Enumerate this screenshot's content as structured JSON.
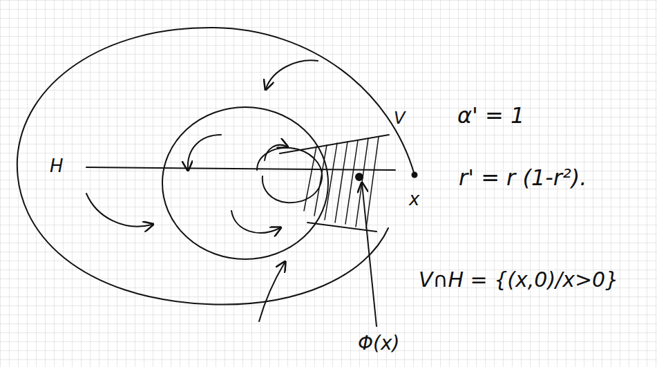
{
  "diagram": {
    "labels": [
      "H",
      "V",
      "x",
      "α' = 1",
      "r' = r (1-r²).",
      "V∩H = {(x,0)/x>0}",
      "Φ(x)"
    ]
  }
}
